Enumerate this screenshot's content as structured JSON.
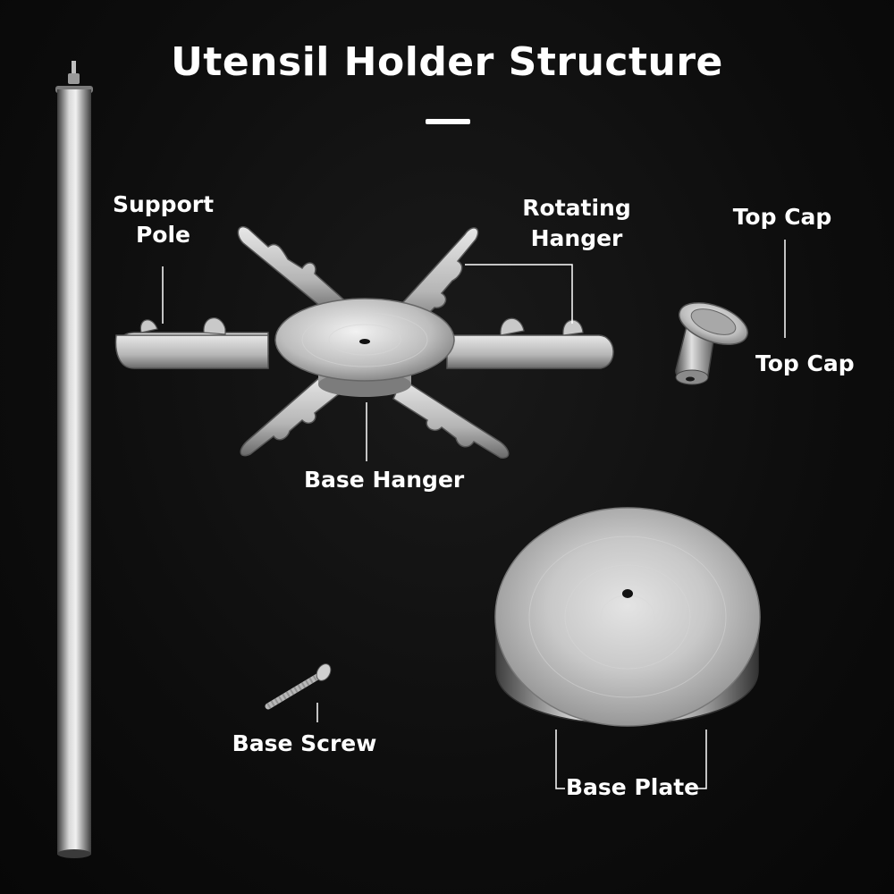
{
  "title": "Utensil Holder Structure",
  "labels": {
    "support_pole": [
      "Support",
      "Pole"
    ],
    "rotating_hanger": [
      "Rotating",
      "Hanger"
    ],
    "top_cap_upper": "Top Cap",
    "top_cap_lower": "Top Cap",
    "base_hanger": "Base Hanger",
    "base_screw": "Base Screw",
    "base_plate": "Base Plate"
  },
  "colors": {
    "background": "#0d0d0d",
    "metal_light": "#e6e6e6",
    "metal_mid": "#a9a9a9",
    "metal_dark": "#4a4a4a",
    "text": "#ffffff"
  }
}
